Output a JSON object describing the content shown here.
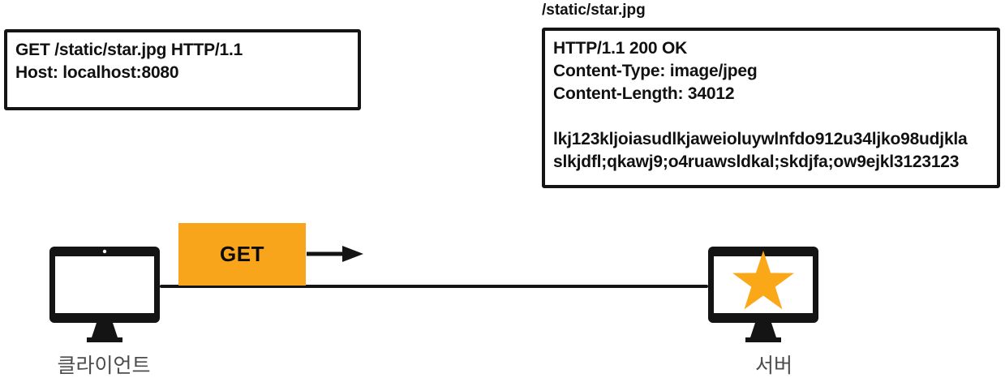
{
  "request": {
    "lines": [
      "GET /static/star.jpg HTTP/1.1",
      "Host: localhost:8080"
    ]
  },
  "response": {
    "title": "/static/star.jpg",
    "lines": [
      "HTTP/1.1 200 OK",
      "Content-Type: image/jpeg",
      "Content-Length: 34012",
      "",
      "lkj123kljoiasudlkjaweioluywlnfdo912u34ljko98udjkla",
      "slkjdfl;qkawj9;o4ruawsldkal;skdjfa;ow9ejkl3123123"
    ]
  },
  "flow": {
    "method_label": "GET",
    "client_label": "클라이언트",
    "server_label": "서버"
  },
  "icons": {
    "client": "monitor-icon",
    "server": "monitor-with-star-icon",
    "transfer": "arrow-right-icon"
  },
  "colors": {
    "accent_orange": "#F9A51B",
    "star_orange": "#FBA818",
    "ink_black": "#141414",
    "label_gray": "#4A4C4E"
  }
}
